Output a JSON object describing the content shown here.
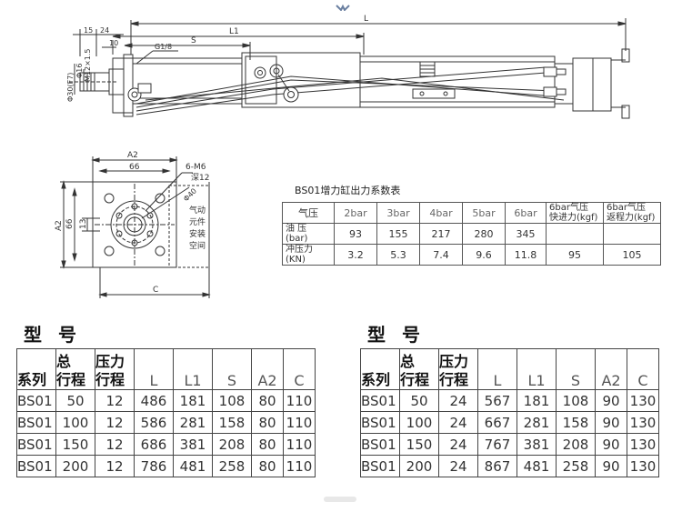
{
  "drawing": {
    "labels": {
      "L": "L",
      "L1": "L1",
      "S": "S",
      "d15": "15",
      "d24": "24",
      "d10": "10",
      "port": "G1/8",
      "phi16": "Φ16",
      "m12": "M12×1.5",
      "phi30": "Φ30(F7)",
      "a2": "A2",
      "d66": "66",
      "thread": "6-M6",
      "depth": "深12",
      "phi40": "Φ40",
      "a2v": "A2",
      "d66v": "66",
      "d13": "13",
      "c": "C",
      "note1": "气动",
      "note2": "元件",
      "note3": "安装",
      "note4": "空间"
    }
  },
  "force_table": {
    "title": "BS01增力缸出力系数表",
    "header": [
      "气压",
      "2bar",
      "3bar",
      "4bar",
      "5bar",
      "6bar",
      "6bar气压快进力(kgf)",
      "6bar气压返程力(kgf)"
    ],
    "header_extra": {
      "c6_line1": "6bar气压",
      "c6_line2": "快进力(kgf)",
      "c7_line1": "6bar气压",
      "c7_line2": "返程力(kgf)"
    },
    "rows": [
      {
        "label1": "油 压",
        "label2": "(bar)",
        "values": [
          "93",
          "155",
          "217",
          "280",
          "345",
          "",
          ""
        ]
      },
      {
        "label1": "冲压力",
        "label2": "(KN)",
        "values": [
          "3.2",
          "5.3",
          "7.4",
          "9.6",
          "11.8",
          "95",
          "105"
        ]
      }
    ]
  },
  "model_left": {
    "title": "型号",
    "headers": {
      "series": "系列",
      "total_top": "总",
      "total_bot": "行程",
      "press_top": "压力",
      "press_bot": "行程",
      "L": "L",
      "L1": "L1",
      "S": "S",
      "A2": "A2",
      "C": "C"
    },
    "rows": [
      [
        "BS01",
        "50",
        "12",
        "486",
        "181",
        "108",
        "80",
        "110"
      ],
      [
        "BS01",
        "100",
        "12",
        "586",
        "281",
        "158",
        "80",
        "110"
      ],
      [
        "BS01",
        "150",
        "12",
        "686",
        "381",
        "208",
        "80",
        "110"
      ],
      [
        "BS01",
        "200",
        "12",
        "786",
        "481",
        "258",
        "80",
        "110"
      ]
    ]
  },
  "model_right": {
    "title": "型号",
    "headers": {
      "series": "系列",
      "total_top": "总",
      "total_bot": "行程",
      "press_top": "压力",
      "press_bot": "行程",
      "L": "L",
      "L1": "L1",
      "S": "S",
      "A2": "A2",
      "C": "C"
    },
    "rows": [
      [
        "BS01",
        "50",
        "24",
        "567",
        "181",
        "108",
        "90",
        "130"
      ],
      [
        "BS01",
        "100",
        "24",
        "667",
        "281",
        "158",
        "90",
        "130"
      ],
      [
        "BS01",
        "150",
        "24",
        "767",
        "381",
        "208",
        "90",
        "130"
      ],
      [
        "BS01",
        "200",
        "24",
        "867",
        "481",
        "258",
        "90",
        "130"
      ]
    ]
  }
}
